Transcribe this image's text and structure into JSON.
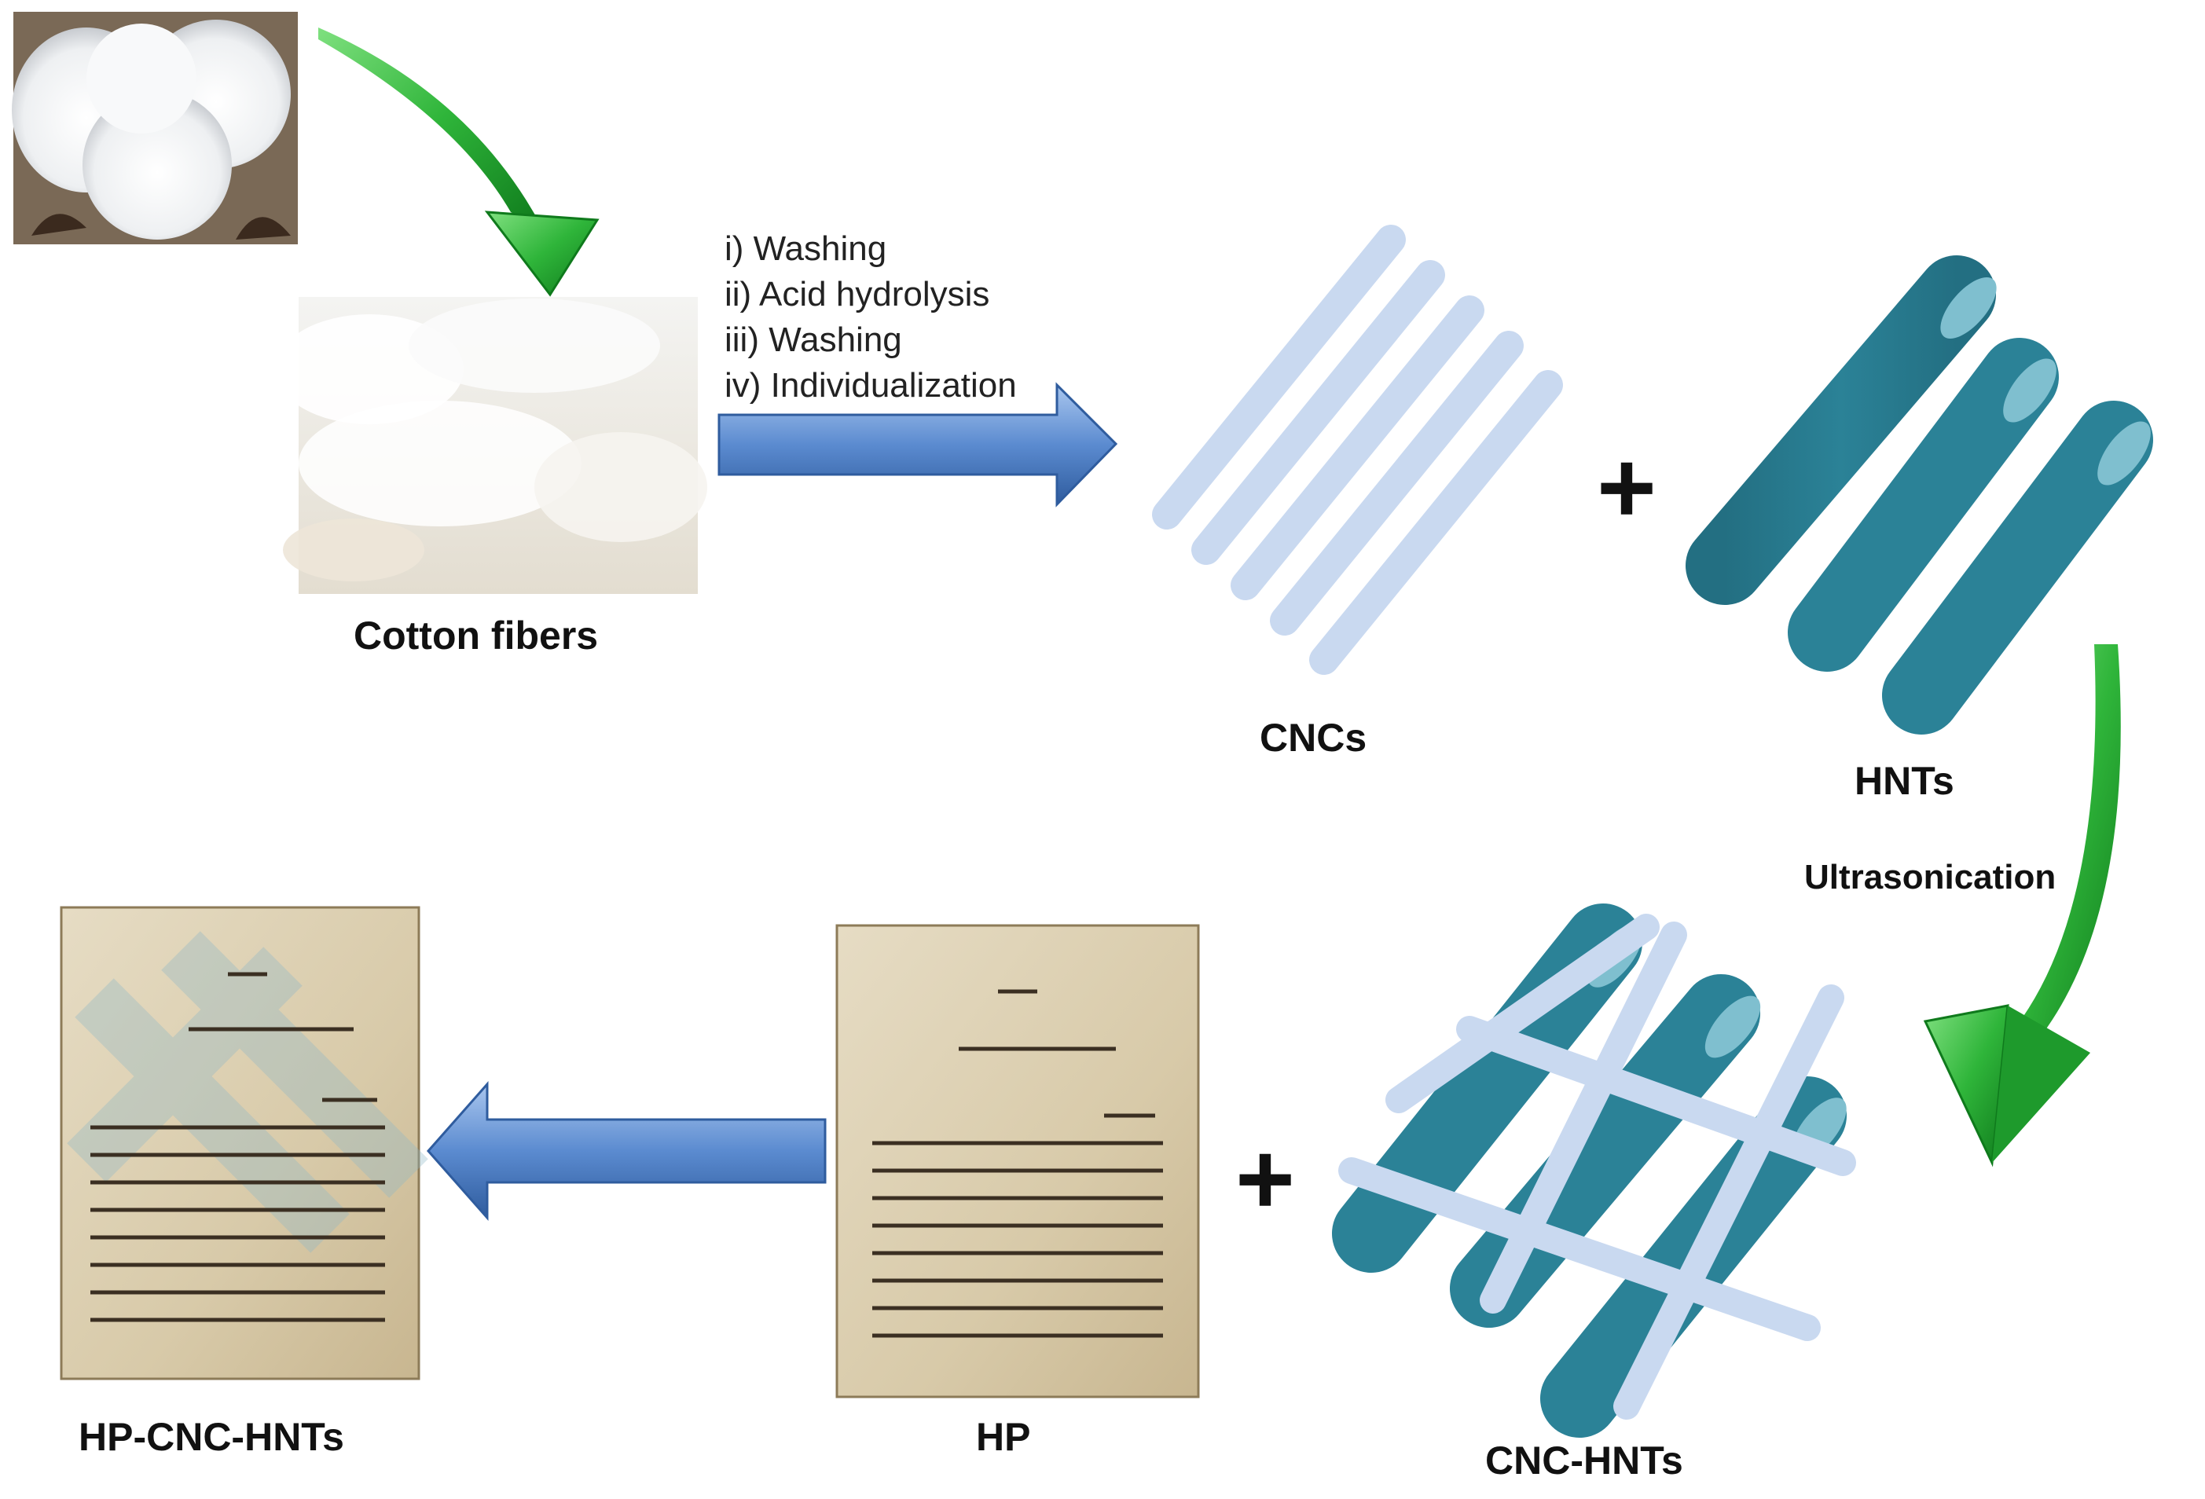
{
  "diagram": {
    "nodes": {
      "cotton_photo": {
        "image": "cotton-boll-photo"
      },
      "cotton_fibers": {
        "label": "Cotton fibers",
        "image": "cotton-fibers-photo"
      },
      "cncs": {
        "label": "CNCs",
        "color": "#c9d9f0"
      },
      "hnts": {
        "label": "HNTs",
        "color": "#2b8297"
      },
      "cnc_hnts": {
        "label": "CNC-HNTs"
      },
      "hp": {
        "label": "HP",
        "image": "historical-paper-photo"
      },
      "hp_cnc_hnts": {
        "label": "HP-CNC-HNTs",
        "image": "treated-paper-photo"
      }
    },
    "process_steps": [
      "i) Washing",
      "ii) Acid hydrolysis",
      "iii) Washing",
      "iv) Individualization"
    ],
    "edge_labels": {
      "ultrasonication": "Ultrasonication"
    },
    "operators": {
      "plus": "+"
    },
    "colors": {
      "green_arrow": "#2fb53a",
      "blue_arrow": "#4f7fc4",
      "cnc_rod": "#c9d9f0",
      "hnt_tube": "#2b8297",
      "hnt_cap": "#7fbfcf",
      "paper": "#d9cdb4"
    }
  }
}
